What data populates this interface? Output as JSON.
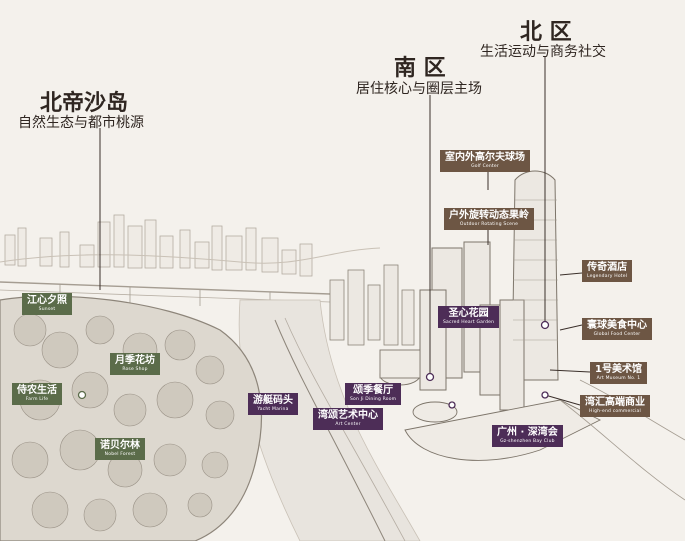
{
  "regions": {
    "north_island": {
      "title": "北帝沙岛",
      "subtitle": "自然生态与都市桃源"
    },
    "south_zone": {
      "title": "南 区",
      "subtitle": "居住核心与圈层主场"
    },
    "north_zone": {
      "title": "北 区",
      "subtitle": "生活运动与商务社交"
    }
  },
  "labels": {
    "sunset": {
      "zh": "江心夕照",
      "en": "Sunset"
    },
    "rose_shop": {
      "zh": "月季花坊",
      "en": "Rose Shop"
    },
    "farm_life": {
      "zh": "侍农生活",
      "en": "Farm Life"
    },
    "nobel_forest": {
      "zh": "诺贝尔林",
      "en": "Nobel Forest"
    },
    "yacht_marina": {
      "zh": "游艇码头",
      "en": "Yacht Marina"
    },
    "dining_room": {
      "zh": "颂季餐厅",
      "en": "Son Ji Dining Room"
    },
    "art_center": {
      "zh": "湾颂艺术中心",
      "en": "Art Center"
    },
    "sacred_heart": {
      "zh": "圣心花园",
      "en": "Sacred Heart Garden"
    },
    "bay_club": {
      "zh": "广州 · 深湾会",
      "en": "Gz-shenzhen Bay Club"
    },
    "golf_center": {
      "zh": "室内外高尔夫球场",
      "en": "Golf Center"
    },
    "outdoor_rotating": {
      "zh": "户外旋转动态果岭",
      "en": "Outdoor Rotating Scene"
    },
    "legendary_hotel": {
      "zh": "传奇酒店",
      "en": "Legendary Hotel"
    },
    "global_food": {
      "zh": "寰球美食中心",
      "en": "Global Food Center"
    },
    "art_museum": {
      "zh": "1号美术馆",
      "en": "Art Museum No. 1"
    },
    "high_end": {
      "zh": "湾汇高端商业",
      "en": "High-end commercial"
    }
  }
}
